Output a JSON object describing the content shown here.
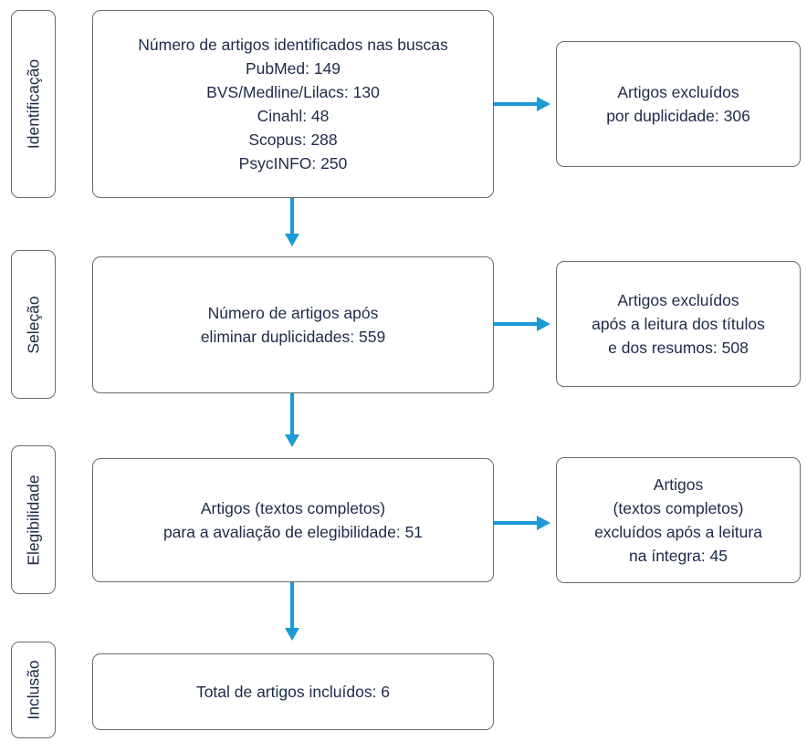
{
  "stages": [
    {
      "id": "identificacao",
      "label": "Identificação"
    },
    {
      "id": "selecao",
      "label": "Seleção"
    },
    {
      "id": "elegibilidade",
      "label": "Elegibilidade"
    },
    {
      "id": "inclusao",
      "label": "Inclusão"
    }
  ],
  "boxes": {
    "identified": {
      "lines": [
        "Número de artigos identificados nas buscas",
        "PubMed: 149",
        "BVS/Medline/Lilacs: 130",
        "Cinahl: 48",
        "Scopus: 288",
        "PsycINFO: 250"
      ]
    },
    "excluded_duplicates": {
      "lines": [
        "Artigos excluídos",
        "por duplicidade: 306"
      ]
    },
    "after_dedup": {
      "lines": [
        "Número de artigos após",
        "eliminar duplicidades: 559"
      ]
    },
    "excluded_titles": {
      "lines": [
        "Artigos excluídos",
        "após a leitura dos títulos",
        "e dos resumos: 508"
      ]
    },
    "full_text": {
      "lines": [
        "Artigos (textos completos)",
        "para a avaliação de elegibilidade: 51"
      ]
    },
    "excluded_full_text": {
      "lines": [
        "Artigos",
        "(textos completos)",
        "excluídos após a leitura",
        "na íntegra: 45"
      ]
    },
    "included": {
      "lines": [
        "Total de artigos incluídos: 6"
      ]
    }
  },
  "colors": {
    "arrow": "#1a9ad6",
    "border": "#6a6a6a",
    "text": "#1e2a4a"
  }
}
